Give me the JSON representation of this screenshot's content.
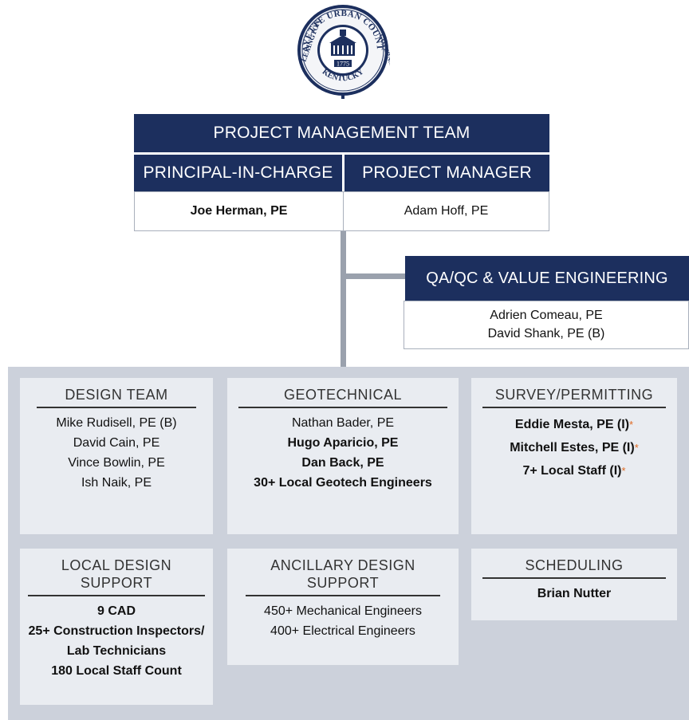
{
  "seal": {
    "ring_top": "FAYETTE URBAN COUNTY",
    "ring_right": "GOVERNMENT",
    "ring_left": "LEXINGTON",
    "ring_bottom": "KENTUCKY",
    "year": "1775"
  },
  "pm_team": {
    "title": "PROJECT MANAGEMENT TEAM",
    "roles": [
      {
        "title": "PRINCIPAL-IN-CHARGE",
        "person": "Joe Herman, PE"
      },
      {
        "title": "PROJECT MANAGER",
        "person": "Adam Hoff, PE"
      }
    ]
  },
  "qaqc": {
    "title": "QA/QC & VALUE ENGINEERING",
    "people": [
      "Adrien Comeau, PE",
      "David Shank, PE (B)"
    ]
  },
  "teams": {
    "design": {
      "title": "DESIGN TEAM",
      "lines": [
        "Mike Rudisell, PE (B)",
        "David Cain, PE",
        "Vince Bowlin, PE",
        "Ish Naik, PE"
      ]
    },
    "geo": {
      "title": "GEOTECHNICAL",
      "lines": [
        "Nathan Bader, PE",
        "Hugo Aparicio, PE",
        "Dan Back, PE",
        "30+ Local Geotech Engineers"
      ]
    },
    "survey": {
      "title": "SURVEY/PERMITTING",
      "lines": [
        "Eddie Mesta, PE (I)",
        "Mitchell Estes, PE (I)",
        "7+ Local Staff (I)"
      ],
      "marker": "*"
    },
    "local": {
      "title_1": "LOCAL DESIGN",
      "title_2": "SUPPORT",
      "lines": [
        "9 CAD",
        "25+ Construction Inspectors/",
        "Lab Technicians",
        "180 Local Staff Count"
      ]
    },
    "ancillary": {
      "title_1": "ANCILLARY DESIGN",
      "title_2": "SUPPORT",
      "lines": [
        "450+ Mechanical Engineers",
        "400+ Electrical Engineers"
      ]
    },
    "scheduling": {
      "title": "SCHEDULING",
      "lines": [
        "Brian Nutter"
      ]
    }
  },
  "colors": {
    "navy": "#1c2f5e",
    "panel_bg": "#e9ecf1",
    "outer_bg": "#ccd1db",
    "asterisk": "#e06a22"
  }
}
